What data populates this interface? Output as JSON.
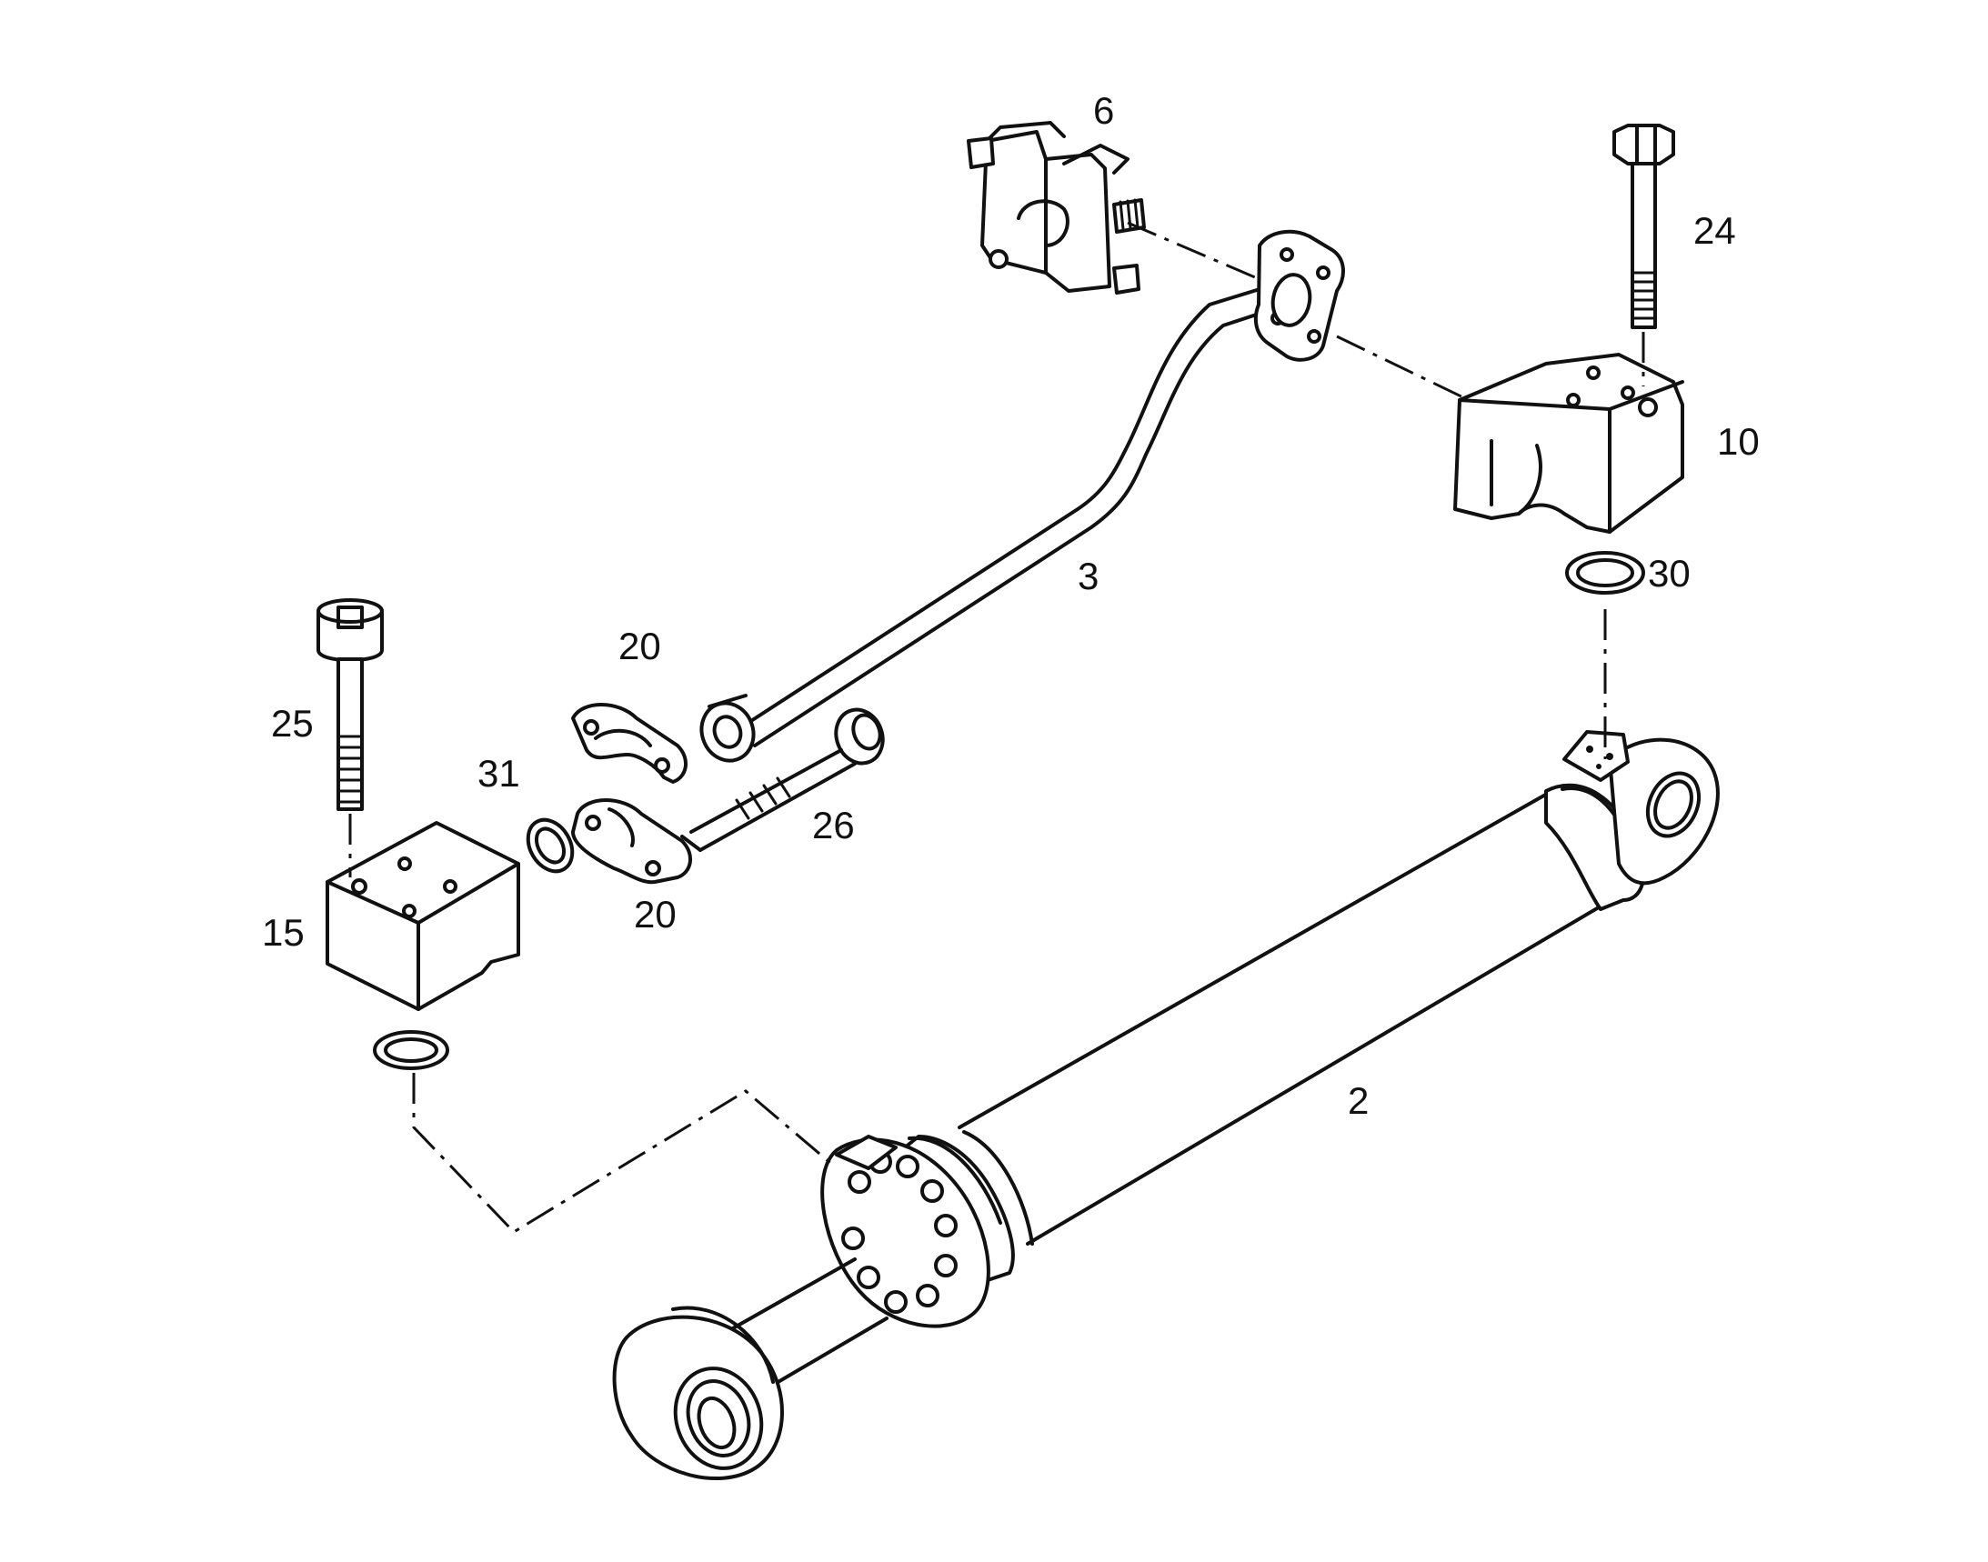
{
  "diagram": {
    "labels": {
      "l2": "2",
      "l3": "3",
      "l6": "6",
      "l10": "10",
      "l15": "15",
      "l20a": "20",
      "l20b": "20",
      "l24": "24",
      "l25": "25",
      "l26": "26",
      "l30": "30",
      "l31": "31"
    }
  }
}
